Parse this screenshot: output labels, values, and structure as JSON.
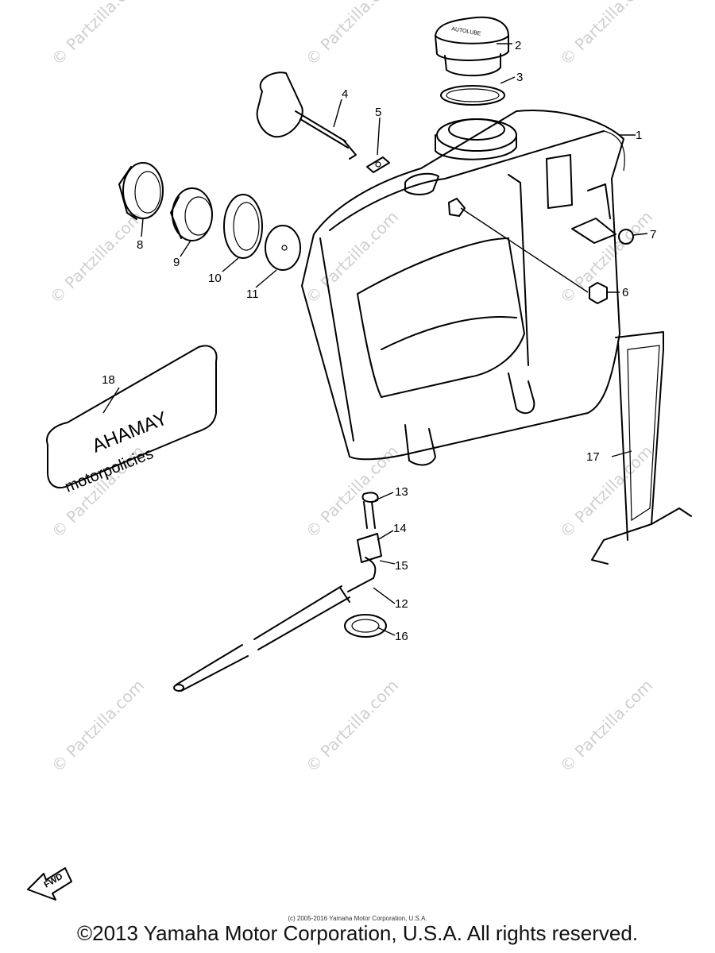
{
  "watermark": "© Partzilla.com",
  "callouts": [
    "1",
    "2",
    "3",
    "4",
    "5",
    "6",
    "7",
    "8",
    "9",
    "10",
    "11",
    "12",
    "13",
    "14",
    "15",
    "16",
    "17",
    "18"
  ],
  "fwd_label": "FWD",
  "cap_text": "AUTOLUBE",
  "decal": {
    "line1": "AHAMAY",
    "line2": "motorpolicies"
  },
  "small_copyright": "(c) 2005-2016 Yamaha Motor Corporation, U.S.A.",
  "copyright": "©2013 Yamaha Motor Corporation, U.S.A. All rights reserved."
}
